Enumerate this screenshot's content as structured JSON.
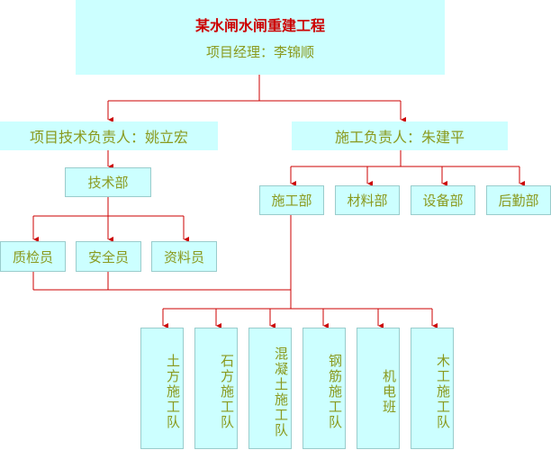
{
  "project": {
    "title": "某水闸水闸重建工程",
    "manager": "项目经理：李锦顺"
  },
  "tech_lead": "项目技术负责人：姚立宏",
  "construction_lead": "施工负责人：朱建平",
  "tech_dept": "技术部",
  "tech_staff": [
    "质检员",
    "安全员",
    "资料员"
  ],
  "departments": [
    "施工部",
    "材料部",
    "设备部",
    "后勤部"
  ],
  "teams": [
    "土方施工队",
    "石方施工队",
    "混凝土施工队",
    "钢筋施工队",
    "机电班",
    "木工施工队"
  ],
  "colors": {
    "box_fill": "#ccffff",
    "line": "#cc0000",
    "text": "#8a9a1e",
    "title": "#cc0000"
  }
}
